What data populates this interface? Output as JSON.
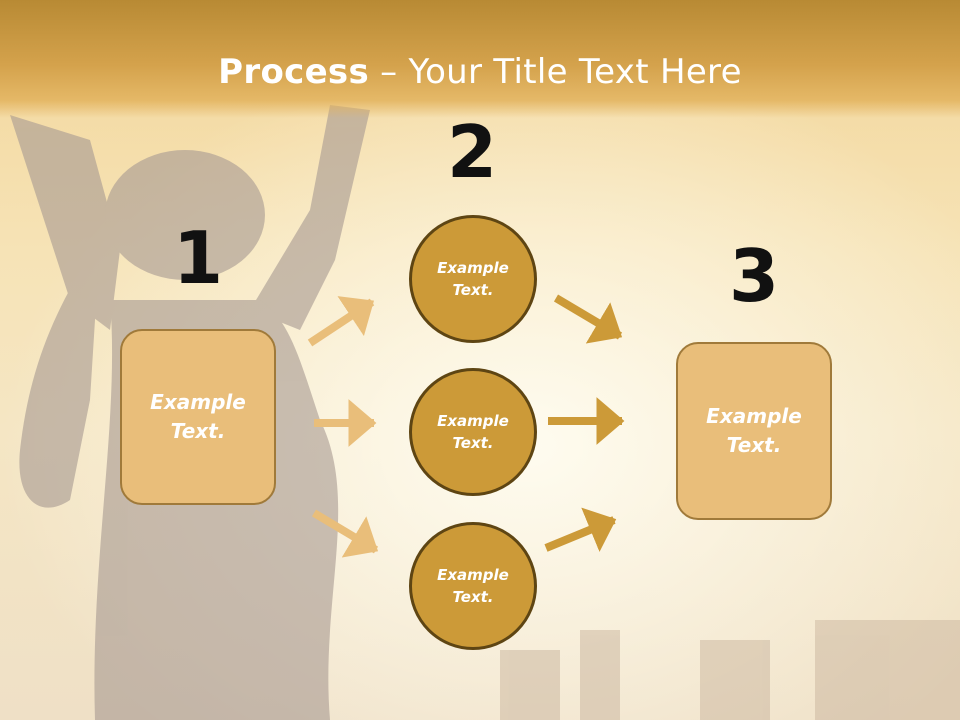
{
  "title": {
    "strong": "Process",
    "rest": " – Your Title Text Here"
  },
  "steps": {
    "one": {
      "number": "1",
      "text": "Example Text."
    },
    "two": {
      "number": "2",
      "items": [
        {
          "text": "Example Text."
        },
        {
          "text": "Example Text."
        },
        {
          "text": "Example Text."
        }
      ]
    },
    "three": {
      "number": "3",
      "text": "Example Text."
    }
  },
  "colors": {
    "box_fill": "#e9be7a",
    "circle_fill": "#cc9a38",
    "light_arrow": "#e9be7a",
    "dark_arrow": "#cc9a38"
  }
}
